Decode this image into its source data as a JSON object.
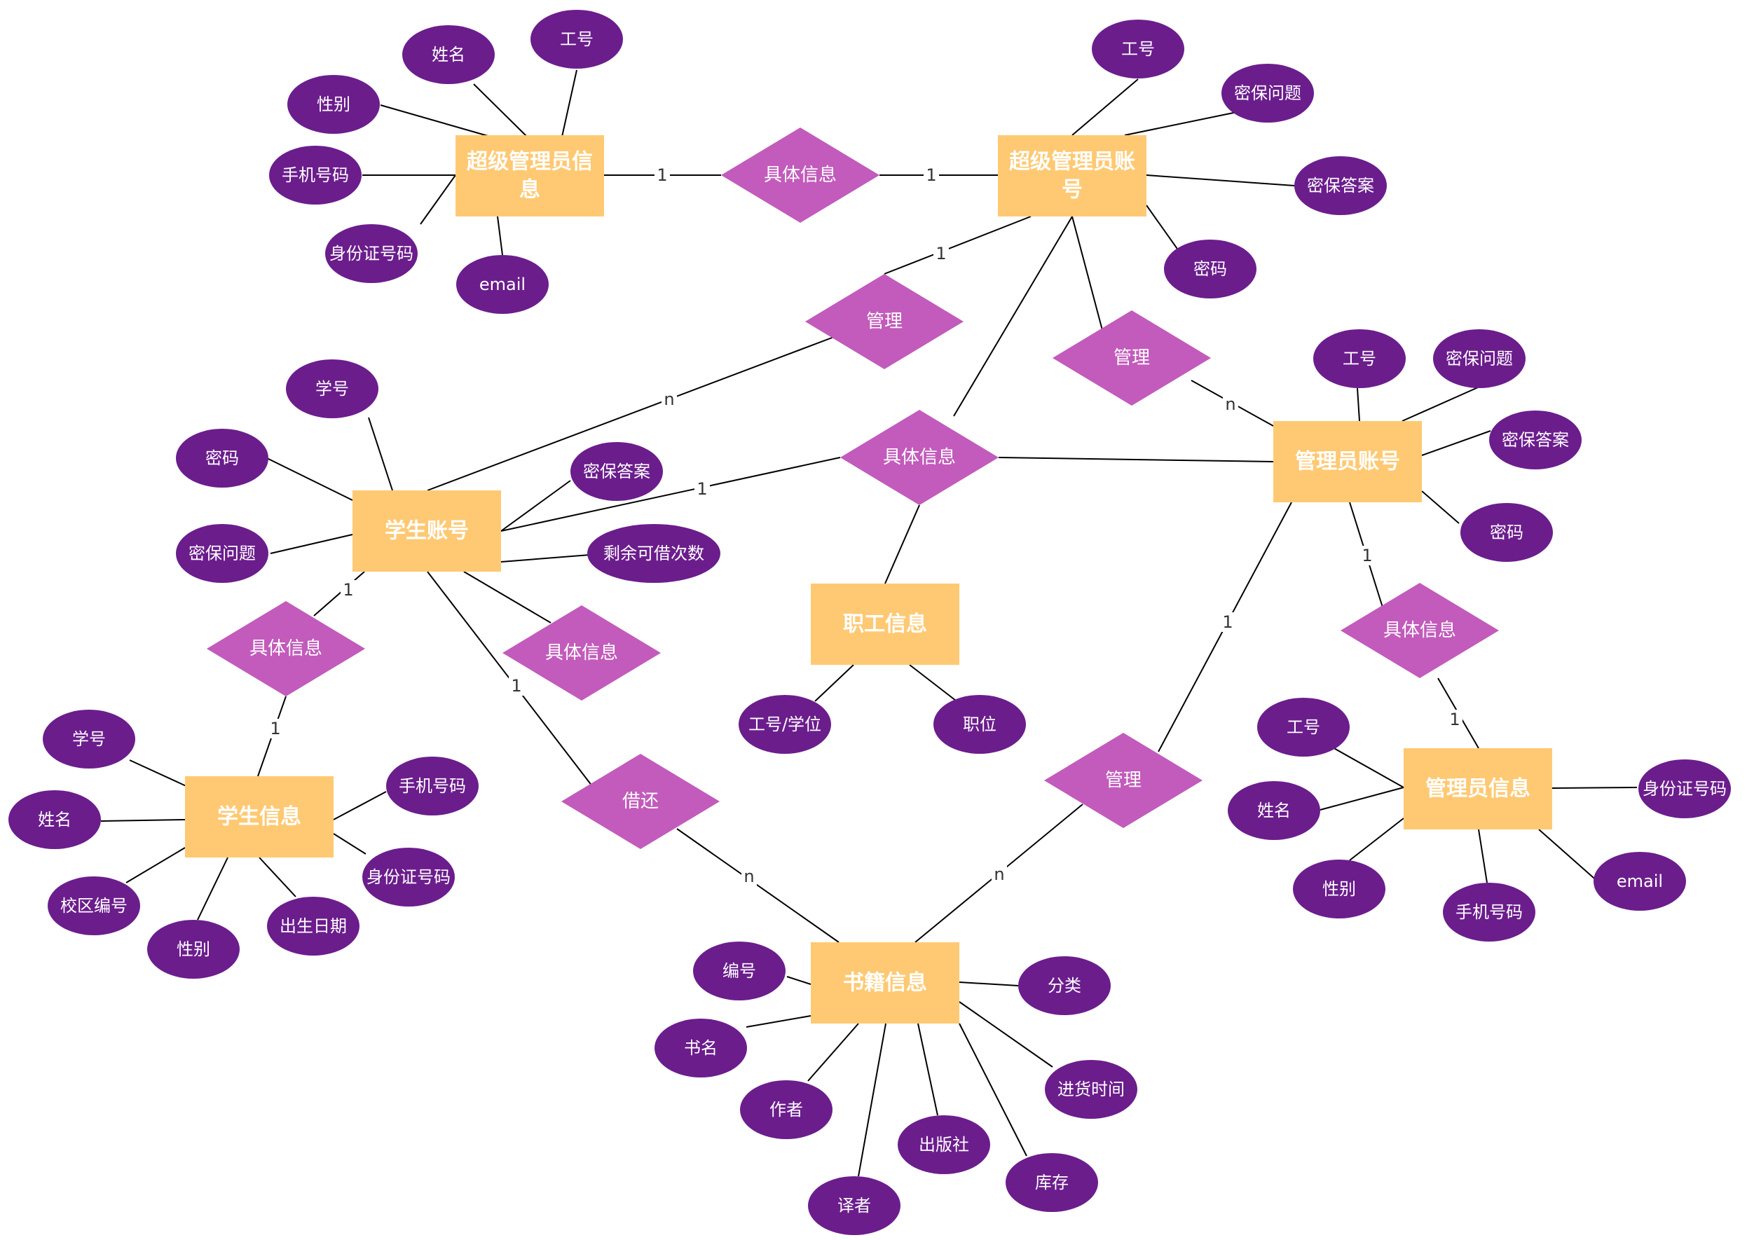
{
  "colors": {
    "entity": "#FFC973",
    "attribute": "#6B1D8C",
    "relationship": "#C25BBB",
    "line": "#000000",
    "text_light": "#FFFFFF"
  },
  "entities": [
    {
      "id": "super_info",
      "lines": [
        "超级管理员信",
        "息"
      ]
    },
    {
      "id": "super_acct",
      "lines": [
        "超级管理员账",
        "号"
      ]
    },
    {
      "id": "student_acct",
      "lines": [
        "学生账号"
      ]
    },
    {
      "id": "staff_info",
      "lines": [
        "职工信息"
      ]
    },
    {
      "id": "admin_acct",
      "lines": [
        "管理员账号"
      ]
    },
    {
      "id": "student_info",
      "lines": [
        "学生信息"
      ]
    },
    {
      "id": "admin_info",
      "lines": [
        "管理员信息"
      ]
    },
    {
      "id": "book_info",
      "lines": [
        "书籍信息"
      ]
    }
  ],
  "relationships": [
    {
      "id": "r_super",
      "label": "具体信息"
    },
    {
      "id": "r_manage_student",
      "label": "管理"
    },
    {
      "id": "r_manage_admin",
      "label": "管理"
    },
    {
      "id": "r_staff",
      "label": "具体信息"
    },
    {
      "id": "r_student_info_l",
      "label": "具体信息"
    },
    {
      "id": "r_student_info_r",
      "label": "具体信息"
    },
    {
      "id": "r_borrow",
      "label": "借还"
    },
    {
      "id": "r_admin_info",
      "label": "具体信息"
    },
    {
      "id": "r_manage_book",
      "label": "管理"
    }
  ],
  "attributes": [
    {
      "id": "a_si_xingming",
      "label": "姓名"
    },
    {
      "id": "a_si_gonghao",
      "label": "工号"
    },
    {
      "id": "a_si_xingbie",
      "label": "性别"
    },
    {
      "id": "a_si_shouji",
      "label": "手机号码"
    },
    {
      "id": "a_si_shenfen",
      "label": "身份证号码"
    },
    {
      "id": "a_si_email",
      "label": "email"
    },
    {
      "id": "a_sa_gonghao",
      "label": "工号"
    },
    {
      "id": "a_sa_wenti",
      "label": "密保问题"
    },
    {
      "id": "a_sa_daan",
      "label": "密保答案"
    },
    {
      "id": "a_sa_mima",
      "label": "密码"
    },
    {
      "id": "a_st_xuehao",
      "label": "学号"
    },
    {
      "id": "a_st_mima",
      "label": "密码"
    },
    {
      "id": "a_st_wenti",
      "label": "密保问题"
    },
    {
      "id": "a_st_daan",
      "label": "密保答案"
    },
    {
      "id": "a_st_cishu",
      "label": "剩余可借次数"
    },
    {
      "id": "a_aa_gonghao",
      "label": "工号"
    },
    {
      "id": "a_aa_wenti",
      "label": "密保问题"
    },
    {
      "id": "a_aa_daan",
      "label": "密保答案"
    },
    {
      "id": "a_aa_mima",
      "label": "密码"
    },
    {
      "id": "a_staff_hao",
      "label": "工号/学位"
    },
    {
      "id": "a_staff_zhiwei",
      "label": "职位"
    },
    {
      "id": "a_sti_xuehao",
      "label": "学号"
    },
    {
      "id": "a_sti_xingming",
      "label": "姓名"
    },
    {
      "id": "a_sti_xiaoqu",
      "label": "校区编号"
    },
    {
      "id": "a_sti_xingbie",
      "label": "性别"
    },
    {
      "id": "a_sti_chusheng",
      "label": "出生日期"
    },
    {
      "id": "a_sti_shouji",
      "label": "手机号码"
    },
    {
      "id": "a_sti_shenfen",
      "label": "身份证号码"
    },
    {
      "id": "a_ai_gonghao",
      "label": "工号"
    },
    {
      "id": "a_ai_xingming",
      "label": "姓名"
    },
    {
      "id": "a_ai_xingbie",
      "label": "性别"
    },
    {
      "id": "a_ai_shouji",
      "label": "手机号码"
    },
    {
      "id": "a_ai_email",
      "label": "email"
    },
    {
      "id": "a_ai_shenfen",
      "label": "身份证号码"
    },
    {
      "id": "a_b_bianhao",
      "label": "编号"
    },
    {
      "id": "a_b_shuming",
      "label": "书名"
    },
    {
      "id": "a_b_zuozhe",
      "label": "作者"
    },
    {
      "id": "a_b_yizhe",
      "label": "译者"
    },
    {
      "id": "a_b_chubanshe",
      "label": "出版社"
    },
    {
      "id": "a_b_kucun",
      "label": "库存"
    },
    {
      "id": "a_b_jinhuo",
      "label": "进货时间"
    },
    {
      "id": "a_b_fenlei",
      "label": "分类"
    }
  ],
  "cardinalities": [
    {
      "id": "c1",
      "label": "1"
    },
    {
      "id": "c2",
      "label": "1"
    },
    {
      "id": "c3",
      "label": "1"
    },
    {
      "id": "c4",
      "label": "n"
    },
    {
      "id": "c5",
      "label": "n"
    },
    {
      "id": "c6",
      "label": "1"
    },
    {
      "id": "c7",
      "label": "1"
    },
    {
      "id": "c8",
      "label": "1"
    },
    {
      "id": "c9",
      "label": "1"
    },
    {
      "id": "c10",
      "label": "n"
    },
    {
      "id": "c11",
      "label": "1"
    },
    {
      "id": "c12",
      "label": "1"
    },
    {
      "id": "c13",
      "label": "1"
    },
    {
      "id": "c14",
      "label": "n"
    }
  ]
}
